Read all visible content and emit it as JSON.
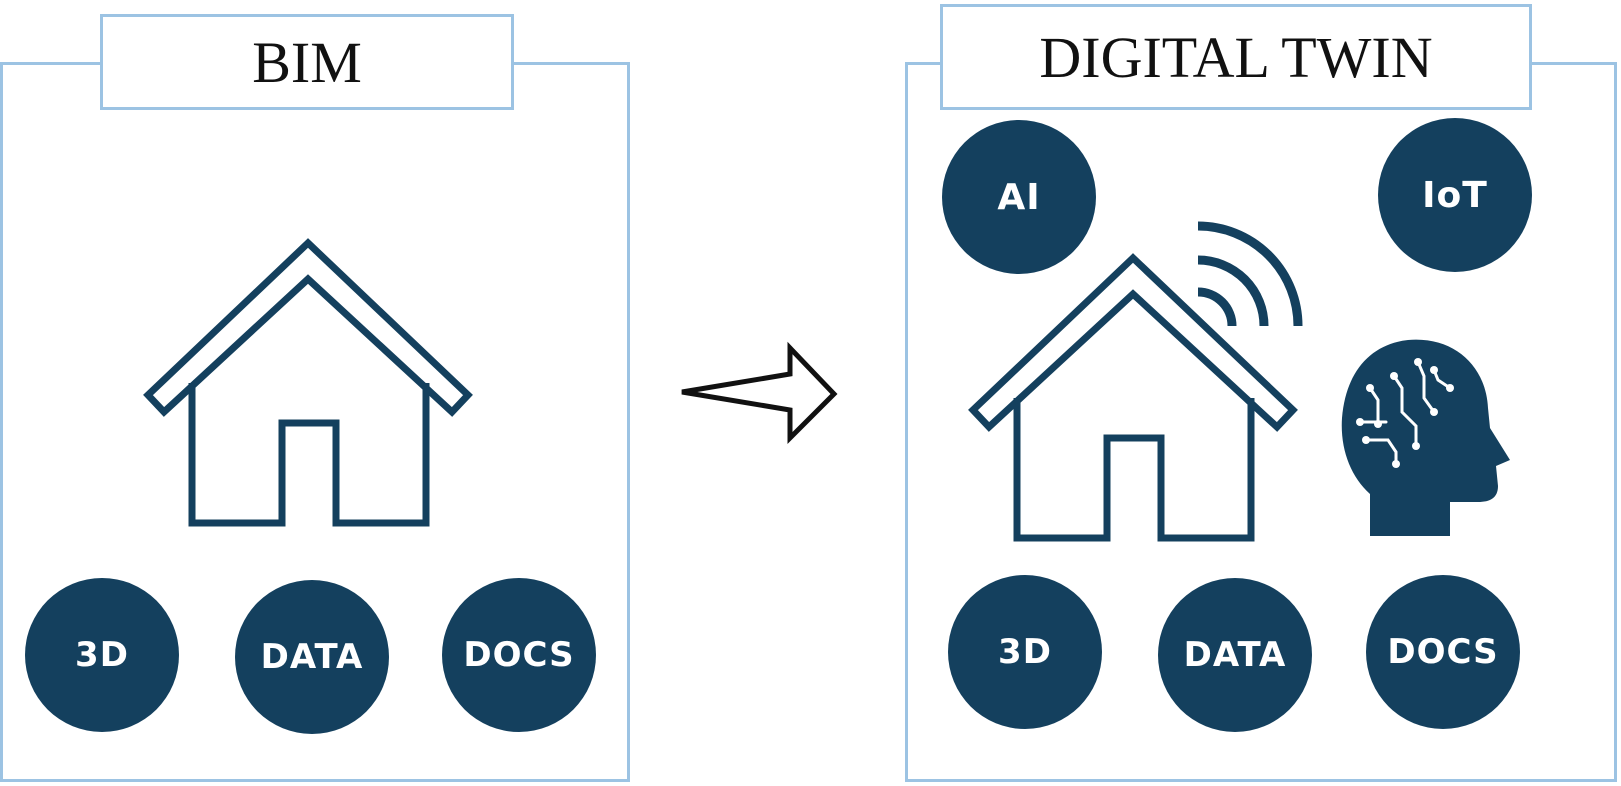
{
  "bim": {
    "title": "BIM",
    "badges": [
      "3D",
      "DATA",
      "DOCS"
    ]
  },
  "digital_twin": {
    "title": "DIGITAL TWIN",
    "top_badges": [
      "AI",
      "IoT"
    ],
    "badges": [
      "3D",
      "DATA",
      "DOCS"
    ]
  },
  "colors": {
    "accent_dark": "#14405e",
    "frame_blue": "#9cc3e3"
  },
  "icons": [
    "house-icon",
    "arrow-right-icon",
    "wifi-signal-icon",
    "ai-head-icon"
  ]
}
